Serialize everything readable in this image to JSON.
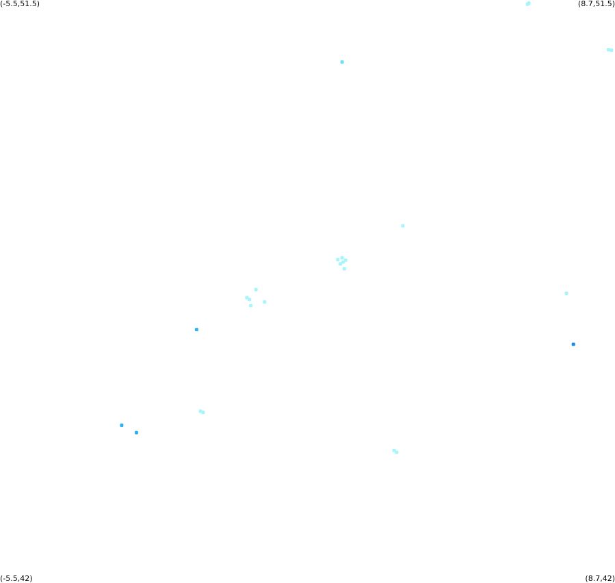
{
  "corners": {
    "top_left": "(-5.5,51.5)",
    "top_right": "(8.7,51.5)",
    "bottom_left": "(-5.5,42)",
    "bottom_right": "(8.7,42)"
  },
  "colors": {
    "background": "#ffffff",
    "light": "#a8f4fb",
    "medium": "#6ee0f5",
    "strong": "#2fb2ef",
    "dark": "#1e88e5"
  },
  "extent": {
    "lon": [
      -5.5,
      8.7
    ],
    "lat": [
      42,
      51.5
    ]
  },
  "points": [
    {
      "lon": 6.68,
      "lat": 51.43,
      "level": "light"
    },
    {
      "lon": 6.71,
      "lat": 51.45,
      "level": "light"
    },
    {
      "lon": 8.55,
      "lat": 50.69,
      "level": "light"
    },
    {
      "lon": 8.62,
      "lat": 50.68,
      "level": "light"
    },
    {
      "lon": 2.4,
      "lat": 50.49,
      "level": "medium"
    },
    {
      "lon": 3.8,
      "lat": 47.82,
      "level": "light"
    },
    {
      "lon": 2.3,
      "lat": 47.27,
      "level": "light"
    },
    {
      "lon": 2.4,
      "lat": 47.3,
      "level": "light"
    },
    {
      "lon": 2.42,
      "lat": 47.23,
      "level": "light"
    },
    {
      "lon": 2.36,
      "lat": 47.2,
      "level": "light"
    },
    {
      "lon": 2.48,
      "lat": 47.26,
      "level": "light"
    },
    {
      "lon": 2.45,
      "lat": 47.12,
      "level": "light"
    },
    {
      "lon": 0.41,
      "lat": 46.78,
      "level": "light"
    },
    {
      "lon": 0.2,
      "lat": 46.65,
      "level": "light"
    },
    {
      "lon": 0.26,
      "lat": 46.62,
      "level": "light"
    },
    {
      "lon": 0.61,
      "lat": 46.58,
      "level": "light"
    },
    {
      "lon": 0.29,
      "lat": 46.52,
      "level": "light"
    },
    {
      "lon": 7.58,
      "lat": 46.72,
      "level": "light"
    },
    {
      "lon": -0.96,
      "lat": 46.13,
      "level": "strong"
    },
    {
      "lon": 7.74,
      "lat": 45.89,
      "level": "dark"
    },
    {
      "lon": -0.87,
      "lat": 44.8,
      "level": "light"
    },
    {
      "lon": -0.81,
      "lat": 44.78,
      "level": "light"
    },
    {
      "lon": -2.69,
      "lat": 44.57,
      "level": "strong"
    },
    {
      "lon": -2.35,
      "lat": 44.45,
      "level": "strong"
    },
    {
      "lon": 3.6,
      "lat": 44.16,
      "level": "light"
    },
    {
      "lon": 3.66,
      "lat": 44.13,
      "level": "light"
    }
  ]
}
